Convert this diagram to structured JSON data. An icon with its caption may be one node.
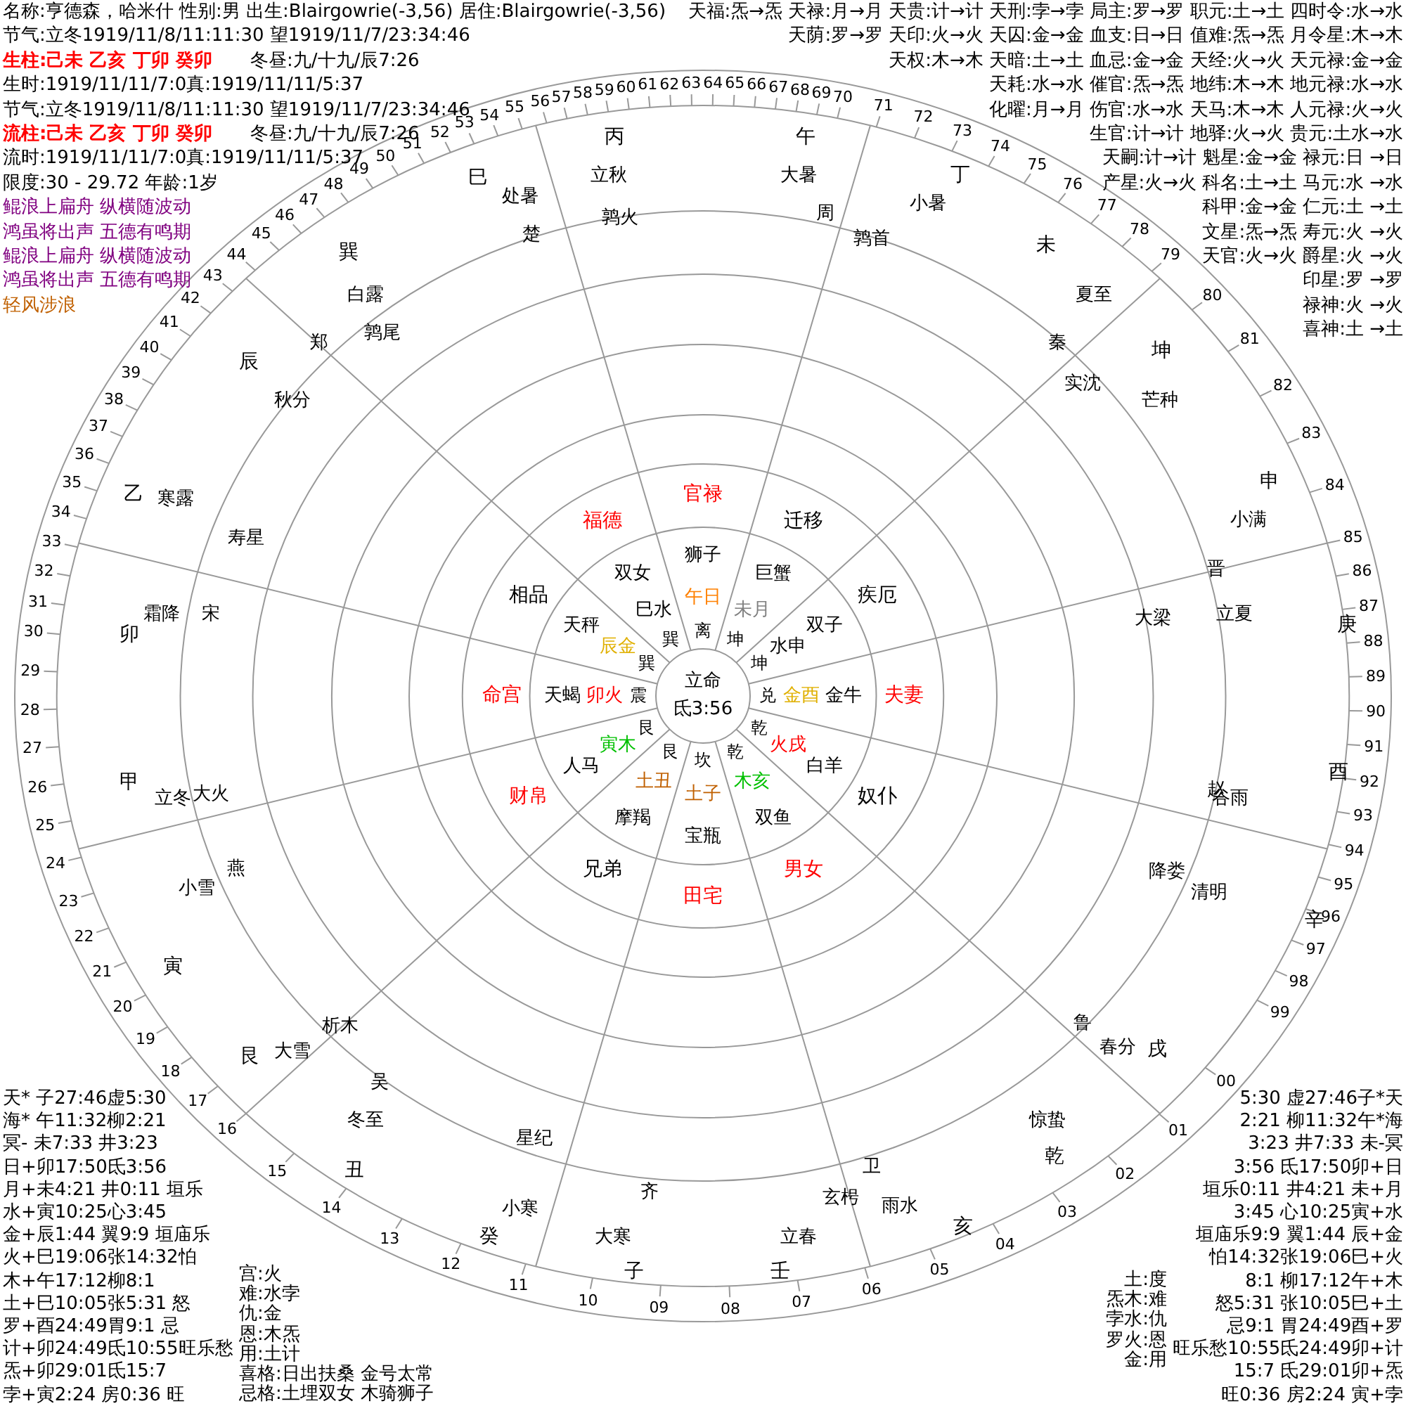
{
  "diagram": {
    "nodes": [
      {
        "text": [
          "立命",
          "氐3:56"
        ]
      }
    ],
    "labels": [
      "名称:亨德森，哈米什 性别:男 出生:Blairgowrie(-3,56) 居住:Blairgowrie(-3,56)",
      "节气:立冬1919/11/8/11:11:30 望1919/11/7/23:34:46",
      "生柱:己未 乙亥 丁卯 癸卯",
      "冬昼:九/十九/辰7:26",
      "生时:1919/11/11/7:0真:1919/11/11/5:37",
      "节气:立冬1919/11/8/11:11:30 望1919/11/7/23:34:46",
      "流柱:己未 乙亥 丁卯 癸卯",
      "冬昼:九/十九/辰7:26",
      "流时:1919/11/11/7:0真:1919/11/11/5:37",
      "限度:30 - 29.72 年龄:1岁",
      "鲲浪上扁舟 纵横随波动",
      "鸿虽将出声 五德有鸣期",
      "鲲浪上扁舟 纵横随波动",
      "鸿虽将出声 五德有鸣期",
      "轻风涉浪",
      "天福:炁→炁 天禄:月→月 天贵:计→计 天刑:孛→孛 局主:罗→罗 职元:土→土 四时令:水→水",
      "天荫:罗→罗 天印:火→火 天囚:金→金 血支:日→日 值难:炁→炁 月令星:木→木",
      "天权:木→木 天暗:土→土 血忌:金→金 天经:火→火 天元禄:金→金",
      "天耗:水→水 催官:炁→炁 地纬:木→木 地元禄:水→水",
      "化曜:月→月 伤官:水→水 天马:木→木 人元禄:火→火",
      "生官:计→计 地驿:火→火 贵元:土水→水",
      "天嗣:计→计 魁星:金→金 禄元:日 →日",
      "产星:火→火 科名:土→土 马元:水 →水",
      "科甲:金→金 仁元:土 →土",
      "文星:炁→炁 寿元:火 →火",
      "天官:火→火 爵星:火 →火",
      "印星:罗 →罗",
      "禄神:火 →火",
      "喜神:土 →土",
      "天* 子27:46虚5:30",
      "海* 午11:32柳2:21",
      "冥- 未7:33 井3:23",
      "日+卯17:50氐3:56",
      "月+未4:21 井0:11 垣乐",
      "水+寅10:25心3:45",
      "金+辰1:44 翼9:9 垣庙乐",
      "火+巳19:06张14:32怕",
      "木+午17:12柳8:1",
      "土+巳10:05张5:31 怒",
      "罗+酉24:49胃9:1 忌",
      "计+卯24:49氐10:55旺乐愁",
      "炁+卯29:01氐15:7",
      "孛+寅2:24 房0:36 旺",
      "宫:火",
      "难:水孛",
      "仇:金",
      "恩:木炁",
      "用:土计",
      "喜格:日出扶桑 金号太常",
      "忌格:土埋双女 木骑狮子",
      "土:度",
      "炁木:难",
      "孛水:仇",
      "罗火:恩",
      "金:用",
      "5:30 虚27:46子*天",
      "2:21 柳11:32午*海",
      "3:23 井7:33 未-冥",
      "3:56 氐17:50卯+日",
      "垣乐0:11 井4:21 未+月",
      "3:45 心10:25寅+水",
      "垣庙乐9:9 翼1:44 辰+金",
      "怕14:32张19:06巳+火",
      "8:1 柳17:12午+木",
      "怒5:31 张10:05巳+土",
      "忌9:1 胃24:49酉+罗",
      "旺乐愁10:55氐24:49卯+计",
      "15:7 氐29:01卯+炁",
      "旺0:36 房2:24 寅+孛",
      "丙",
      "午",
      "丁",
      "未",
      "坤",
      "申",
      "庚",
      "酉",
      "辛",
      "戌",
      "乾",
      "亥",
      "子",
      "壬",
      "癸",
      "丑",
      "艮",
      "寅",
      "甲",
      "卯",
      "乙",
      "辰",
      "巽",
      "巳",
      "立秋",
      "大暑",
      "小暑",
      "夏至",
      "芒种",
      "小满",
      "立夏",
      "谷雨",
      "清明",
      "春分",
      "惊蛰",
      "雨水",
      "大寒",
      "立春",
      "小寒",
      "冬至",
      "大雪",
      "小雪",
      "立冬",
      "霜降",
      "寒露",
      "秋分",
      "白露",
      "处暑",
      "鹑火",
      "周",
      "鹑首",
      "秦",
      "实沈",
      "晋",
      "大梁",
      "赵",
      "降娄",
      "鲁",
      "卫",
      "齐",
      "玄枵",
      "星纪",
      "吴",
      "析木",
      "燕",
      "大火",
      "宋",
      "寿星",
      "郑",
      "鹑尾",
      "楚",
      "00",
      "01",
      "02",
      "03",
      "04",
      "05",
      "06",
      "07",
      "09",
      "08",
      "10",
      "11",
      "12",
      "13",
      "14",
      "15",
      "16",
      "17",
      "18",
      "19",
      "20",
      "21",
      "22",
      "23",
      "24",
      "25",
      "26",
      "27",
      "28",
      "29",
      "30",
      "31",
      "32",
      "33",
      "34",
      "35",
      "36",
      "37",
      "38",
      "39",
      "40",
      "41",
      "42",
      "43",
      "44",
      "45",
      "46",
      "47",
      "48",
      "49",
      "50",
      "51",
      "52",
      "53",
      "54",
      "55",
      "56",
      "57",
      "58",
      "59",
      "60",
      "61",
      "62",
      "63",
      "64",
      "65",
      "66",
      "67",
      "68",
      "69",
      "70",
      "71",
      "72",
      "73",
      "74",
      "75",
      "76",
      "77",
      "78",
      "79",
      "80",
      "81",
      "82",
      "83",
      "84",
      "85",
      "86",
      "87",
      "88",
      "89",
      "90",
      "91",
      "92",
      "93",
      "94",
      "95",
      "96",
      "97",
      "98",
      "99",
      "命宫",
      "财帛",
      "兄弟",
      "田宅",
      "男女",
      "奴仆",
      "夫妻",
      "疾厄",
      "迁移",
      "官禄",
      "福德",
      "相品",
      "天蝎",
      "人马",
      "摩羯",
      "宝瓶",
      "双鱼",
      "白羊",
      "金牛",
      "双子",
      "巨蟹",
      "狮子",
      "双女",
      "天秤",
      "卯火",
      "寅木",
      "土丑",
      "土子",
      "木亥",
      "火戌",
      "金酉",
      "水申",
      "未月",
      "午日",
      "巳水",
      "辰金",
      "震",
      "艮",
      "艮",
      "坎",
      "乾",
      "乾",
      "兑",
      "坤",
      "坤",
      "离",
      "巽",
      "巽"
    ]
  }
}
